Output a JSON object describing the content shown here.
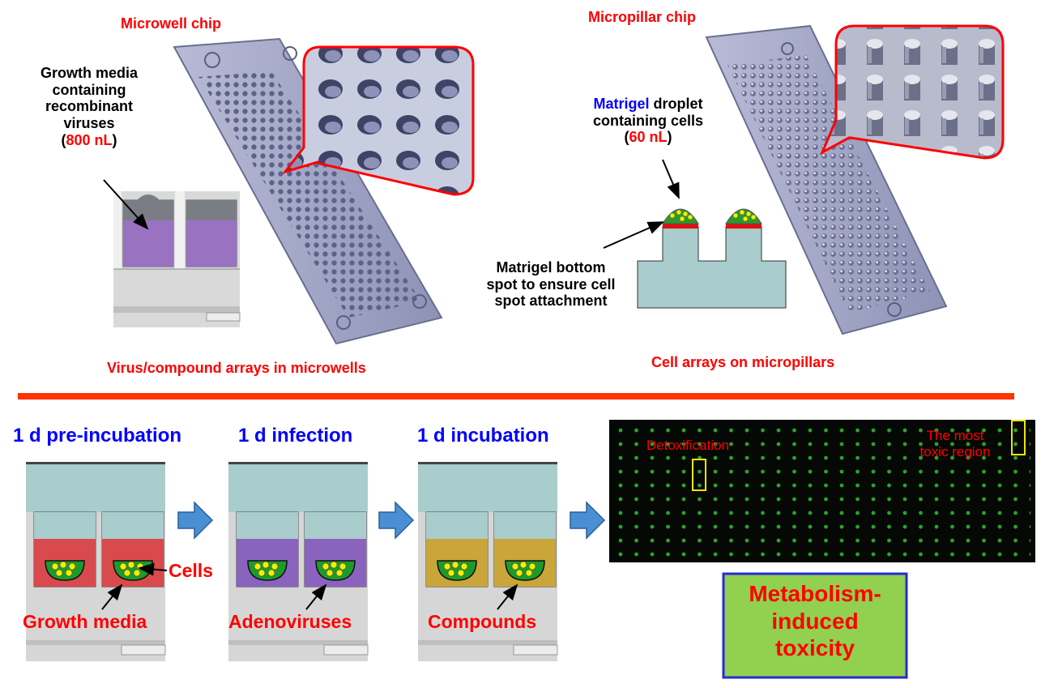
{
  "top": {
    "microwell_title": "Microwell chip",
    "micropillar_title": "Micropillar chip",
    "growth_media": {
      "l1": "Growth media",
      "l2": "containing",
      "l3": "recombinant",
      "l4": "viruses",
      "vol_open": "(",
      "vol": "800 nL",
      "vol_close": ")"
    },
    "matrigel_droplet": {
      "word": "Matrigel",
      "rest": " droplet",
      "l2": "containing cells",
      "vol_open": "(",
      "vol": "60 nL",
      "vol_close": ")"
    },
    "matrigel_bottom": {
      "l1": "Matrigel bottom",
      "l2": "spot to ensure cell",
      "l3": "spot attachment"
    },
    "virus_array_caption": "Virus/compound arrays in microwells",
    "cell_array_caption": "Cell arrays on micropillars"
  },
  "bottom": {
    "steps": [
      {
        "title": "1 d pre-incubation",
        "medium_label": "Growth media",
        "medium_color": "#d94a4e"
      },
      {
        "title": "1 d infection",
        "medium_label": "Adenoviruses",
        "medium_color": "#8a63bf"
      },
      {
        "title": "1 d incubation",
        "medium_label": "Compounds",
        "medium_color": "#c9a53a"
      }
    ],
    "cells_label": "Cells",
    "detox_label": "Detoxification",
    "most_toxic": {
      "l1": "The most",
      "l2": "toxic region"
    },
    "result": {
      "l1": "Metabolism-",
      "l2": "induced",
      "l3": "toxicity"
    }
  },
  "colors": {
    "accent_red": "#ff0000",
    "divider": "#ff3300",
    "title_blue": "#0000ff",
    "arrow_blue": "#4a8fd4",
    "result_green": "#92d050",
    "chip_gray": "#9fa3c6",
    "media_teal": "#a9cccc"
  }
}
